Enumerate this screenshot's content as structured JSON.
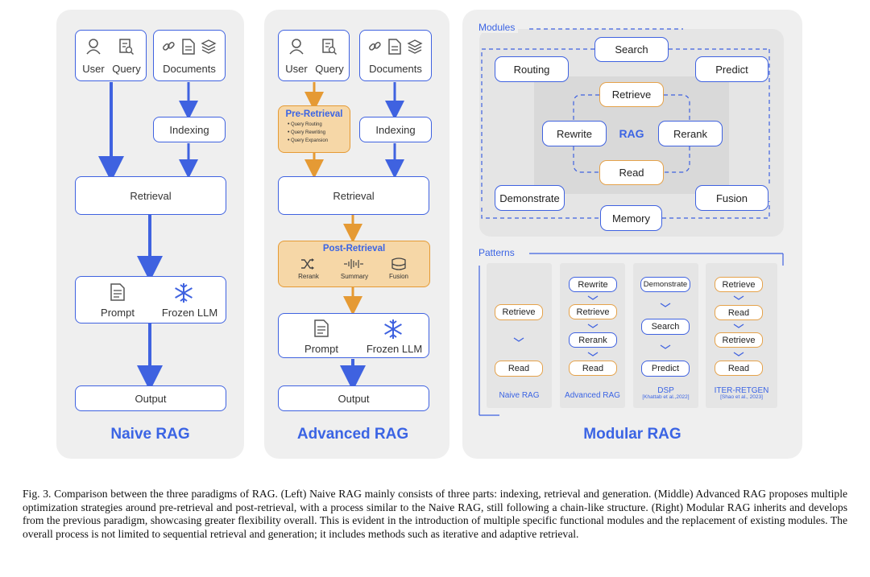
{
  "naive": {
    "user": "User",
    "query": "Query",
    "documents": "Documents",
    "indexing": "Indexing",
    "retrieval": "Retrieval",
    "prompt": "Prompt",
    "frozen_llm": "Frozen LLM",
    "output": "Output",
    "title": "Naive RAG"
  },
  "advanced": {
    "user": "User",
    "query": "Query",
    "documents": "Documents",
    "pre_title": "Pre-Retrieval",
    "pre_items": [
      "Query Routing",
      "Query Rewriting",
      "Query Expansion"
    ],
    "indexing": "Indexing",
    "retrieval": "Retrieval",
    "post_title": "Post-Retrieval",
    "post_items": [
      "Rerank",
      "Summary",
      "Fusion"
    ],
    "prompt": "Prompt",
    "frozen_llm": "Frozen LLM",
    "output": "Output",
    "title": "Advanced RAG"
  },
  "modular": {
    "modules_label": "Modules",
    "search": "Search",
    "routing": "Routing",
    "predict": "Predict",
    "retrieve": "Retrieve",
    "rewrite": "Rewrite",
    "rag": "RAG",
    "rerank": "Rerank",
    "read": "Read",
    "demonstrate": "Demonstrate",
    "fusion": "Fusion",
    "memory": "Memory",
    "patterns_label": "Patterns",
    "p1": {
      "items": [
        "Retrieve",
        "Read"
      ],
      "label": "Naive RAG"
    },
    "p2": {
      "items": [
        "Rewrite",
        "Retrieve",
        "Rerank",
        "Read"
      ],
      "label": "Advanced RAG"
    },
    "p3": {
      "items": [
        "Demonstrate",
        "Search",
        "Predict"
      ],
      "label": "DSP",
      "cite": "[Khattab et al.,2022]"
    },
    "p4": {
      "items": [
        "Retrieve",
        "Read",
        "Retrieve",
        "Read"
      ],
      "label": "ITER-RETGEN",
      "cite": "[Shao et al., 2023]"
    },
    "title": "Modular RAG"
  },
  "caption": "Fig. 3.  Comparison between the three paradigms of RAG. (Left) Naive RAG mainly consists of three parts: indexing, retrieval and generation. (Middle) Advanced RAG proposes multiple optimization strategies around pre-retrieval and post-retrieval, with a process similar to the Naive RAG, still following a chain-like structure. (Right) Modular RAG inherits and develops from the previous paradigm, showcasing greater flexibility overall. This is evident in the introduction of multiple specific functional modules and the replacement of existing modules. The overall process is not limited to sequential retrieval and generation; it includes methods such as iterative and adaptive retrieval.",
  "colors": {
    "blue": "#3f62e0",
    "orange": "#e59a34",
    "orange_fill": "#f6d7a7",
    "panel": "#efefef"
  },
  "icons": [
    "user-icon",
    "query-icon",
    "link-icon",
    "document-icon",
    "layers-icon",
    "prompt-icon",
    "snowflake-icon",
    "shuffle-icon",
    "waveform-icon",
    "fusion-icon"
  ]
}
